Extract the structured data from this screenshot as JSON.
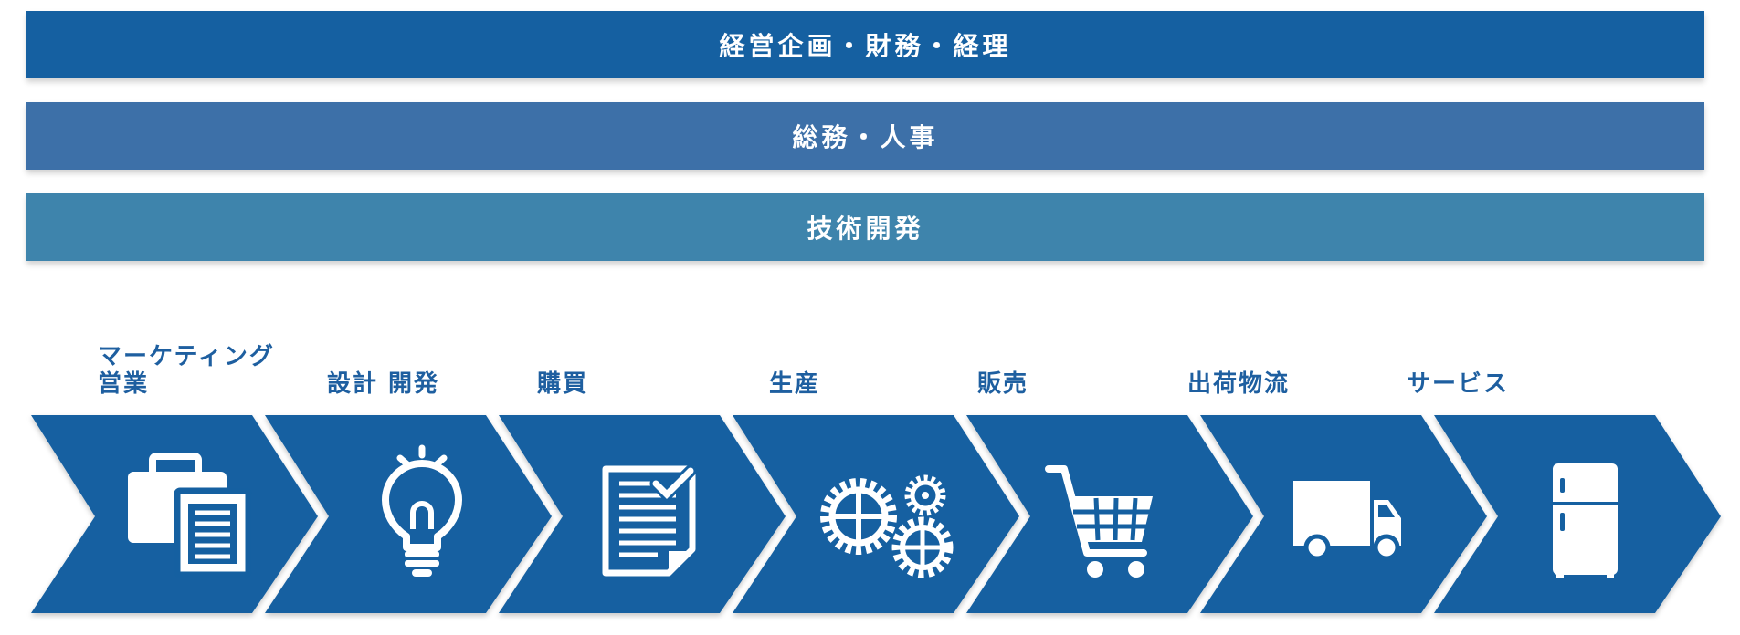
{
  "support_activities": [
    {
      "label": "経営企画・財務・経理",
      "color": "#1560a1"
    },
    {
      "label": "総務・人事",
      "color": "#3d70a8"
    },
    {
      "label": "技術開発",
      "color": "#3e84ac"
    }
  ],
  "primary_activities": [
    {
      "label": "マーケティング\n営業",
      "icon": "briefcase-documents-icon"
    },
    {
      "label": "設計 開発",
      "icon": "lightbulb-icon"
    },
    {
      "label": "購買",
      "icon": "checklist-document-icon"
    },
    {
      "label": "生産",
      "icon": "gears-icon"
    },
    {
      "label": "販売",
      "icon": "shopping-cart-icon"
    },
    {
      "label": "出荷物流",
      "icon": "delivery-truck-icon"
    },
    {
      "label": "サービス",
      "icon": "refrigerator-icon"
    }
  ],
  "colors": {
    "chevron": "#1560a1",
    "label": "#1e5fa0",
    "icon": "#ffffff"
  }
}
